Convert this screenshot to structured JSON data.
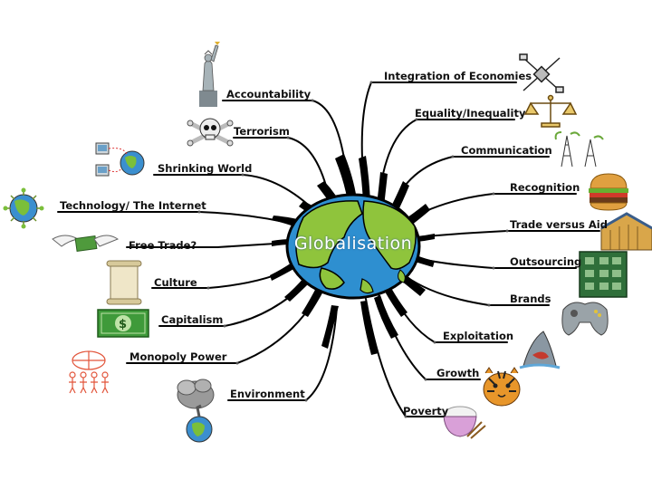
{
  "center": {
    "title": "Globalisation"
  },
  "left_topics": [
    {
      "label": "Accountability",
      "icon": "statue-of-liberty-icon"
    },
    {
      "label": "Terrorism",
      "icon": "skull-crossbones-icon"
    },
    {
      "label": "Shrinking World",
      "icon": "networked-computers-globe-icon"
    },
    {
      "label": "Technology/ The Internet",
      "icon": "globe-network-icon"
    },
    {
      "label": "Free Trade?",
      "icon": "winged-money-icon"
    },
    {
      "label": "Culture",
      "icon": "scroll-icon"
    },
    {
      "label": "Capitalism",
      "icon": "dollar-bill-icon"
    },
    {
      "label": "Monopoly Power",
      "icon": "people-globe-icon"
    },
    {
      "label": "Environment",
      "icon": "polluted-earth-icon"
    }
  ],
  "right_topics": [
    {
      "label": "Integration of Economies",
      "icon": "satellite-icon"
    },
    {
      "label": "Equality/Inequality",
      "icon": "scales-icon"
    },
    {
      "label": "Communication",
      "icon": "antenna-towers-icon"
    },
    {
      "label": "Recognition",
      "icon": "burger-icon"
    },
    {
      "label": "Trade versus Aid",
      "icon": "warehouse-icon"
    },
    {
      "label": "Outsourcing",
      "icon": "circuit-board-icon"
    },
    {
      "label": "Brands",
      "icon": "game-controller-icon"
    },
    {
      "label": "Exploitation",
      "icon": "shark-icon"
    },
    {
      "label": "Growth",
      "icon": "tiger-icon"
    },
    {
      "label": "Poverty",
      "icon": "rice-bowl-icon"
    }
  ],
  "colors": {
    "globe_ocean": "#2e8fd0",
    "globe_land": "#8fc43c",
    "ink": "#111111"
  }
}
